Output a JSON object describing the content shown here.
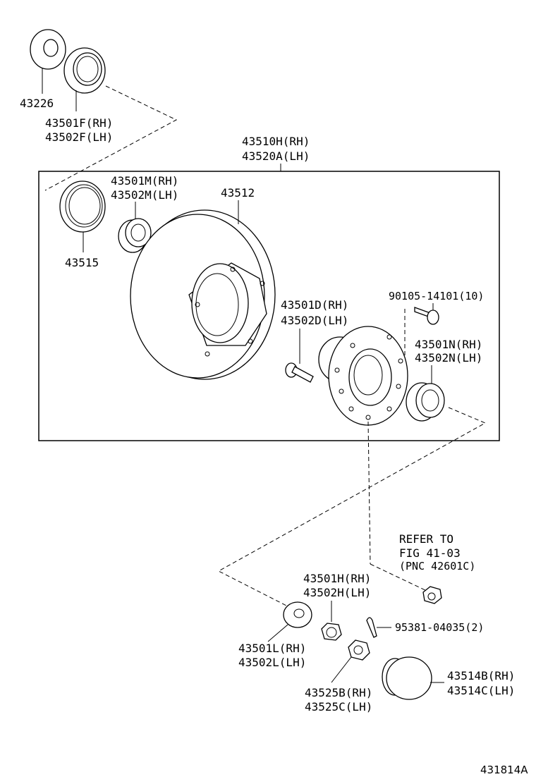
{
  "parts": {
    "p43226": "43226",
    "p43501F": "43501F(RH)",
    "p43502F": "43502F(LH)",
    "p43510H": "43510H(RH)",
    "p43520A": "43520A(LH)",
    "p43501M": "43501M(RH)",
    "p43502M": "43502M(LH)",
    "p43512": "43512",
    "p43515": "43515",
    "p90105": "90105-14101(10)",
    "p43501D": "43501D(RH)",
    "p43502D": "43502D(LH)",
    "p43501N": "43501N(RH)",
    "p43502N": "43502N(LH)",
    "p43501H": "43501H(RH)",
    "p43502H": "43502H(LH)",
    "p95381": "95381-04035(2)",
    "p43501L": "43501L(RH)",
    "p43502L": "43502L(LH)",
    "p43525B": "43525B(RH)",
    "p43525C": "43525C(LH)",
    "p43514B": "43514B(RH)",
    "p43514C": "43514C(LH)"
  },
  "refer": {
    "line1": "REFER TO",
    "line2": "FIG 41-03",
    "line3": "(PNC 42601C)"
  },
  "figure_id": "431814A"
}
